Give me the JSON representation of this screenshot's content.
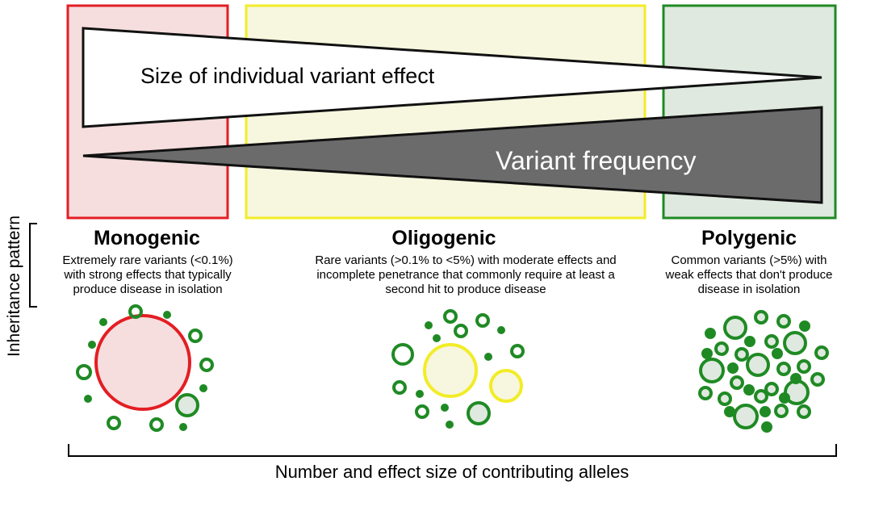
{
  "wedges": {
    "effect_size_label": "Size of individual variant effect",
    "frequency_label": "Variant frequency"
  },
  "side_label": "Inheritance pattern",
  "patterns": [
    {
      "title": "Monogenic",
      "description": "Extremely rare variants (<0.1%) with strong effects that typically produce disease in isolation",
      "color": "#e31e24",
      "fill": "#f6dede"
    },
    {
      "title": "Oligogenic",
      "description": "Rare variants (>0.1% to <5%) with moderate effects and incomplete penetrance that commonly require at least a second hit to produce disease",
      "color": "#f2ec27",
      "fill": "#f7f6df"
    },
    {
      "title": "Polygenic",
      "description": "Common variants (>5%) with weak effects that don't produce disease in isolation",
      "color": "#1f8a24",
      "fill": "#dfe9df"
    }
  ],
  "bottom_caption": "Number and effect size of contributing alleles",
  "colors": {
    "dark_wedge": "#6b6b6b",
    "allele_green": "#1f8a24"
  }
}
